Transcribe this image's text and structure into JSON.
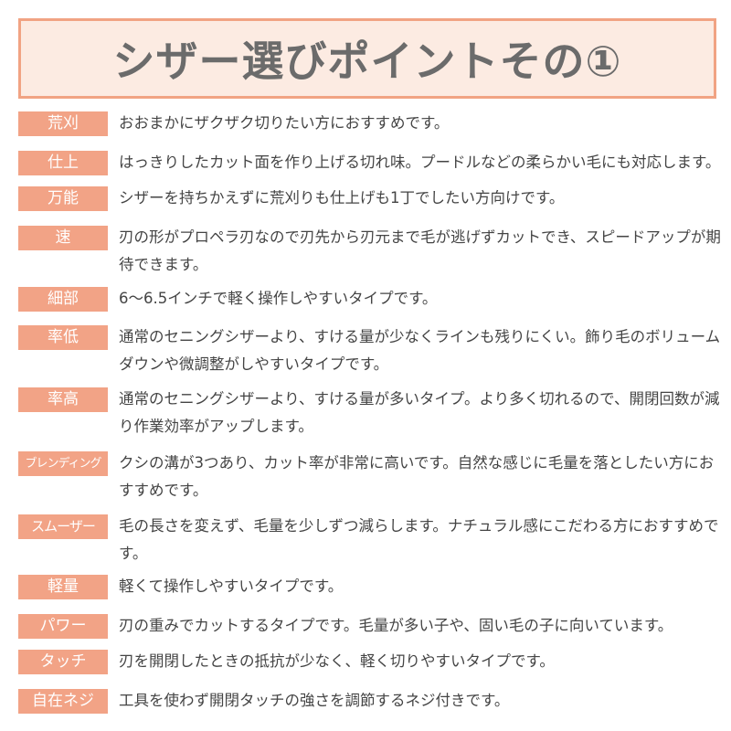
{
  "title": "シザー選びポイントその①",
  "items": [
    {
      "label": "荒刈",
      "text": "おおまかにザクザク切りたい方におすすめです。"
    },
    {
      "label": "仕上",
      "text": "はっきりしたカット面を作り上げる切れ味。プードルなどの柔らかい毛にも対応します。"
    },
    {
      "label": "万能",
      "text": "シザーを持ちかえずに荒刈りも仕上げも1丁でしたい方向けです。"
    },
    {
      "label": "速",
      "text": "刃の形がプロペラ刃なので刃先から刃元まで毛が逃げずカットでき、スピードアップが期待できます。"
    },
    {
      "label": "細部",
      "text": "6〜6.5インチで軽く操作しやすいタイプです。"
    },
    {
      "label": "率低",
      "text": "通常のセニングシザーより、すける量が少なくラインも残りにくい。飾り毛のボリュームダウンや微調整がしやすいタイプです。"
    },
    {
      "label": "率高",
      "text": "通常のセニングシザーより、すける量が多いタイプ。より多く切れるので、開閉回数が減り作業効率がアップします。"
    },
    {
      "label": "ブレンディング",
      "text": "クシの溝が3つあり、カット率が非常に高いです。自然な感じに毛量を落としたい方におすすめです。"
    },
    {
      "label": "スムーザー",
      "text": "毛の長さを変えず、毛量を少しずつ減らします。ナチュラル感にこだわる方におすすめです。"
    },
    {
      "label": "軽量",
      "text": "軽くて操作しやすいタイプです。"
    },
    {
      "label": "パワー",
      "text": "刃の重みでカットするタイプです。毛量が多い子や、固い毛の子に向いています。"
    },
    {
      "label": "タッチ",
      "text": "刃を開閉したときの抵抗が少なく、軽く切りやすいタイプです。"
    },
    {
      "label": "自在ネジ",
      "text": "工具を使わず開閉タッチの強さを調節するネジ付きです。"
    }
  ],
  "colors": {
    "label_bg": "#f2a386",
    "header_bg": "#fcebe2",
    "header_border": "#f1a383",
    "text": "#444444",
    "title": "#6b6b6b"
  }
}
